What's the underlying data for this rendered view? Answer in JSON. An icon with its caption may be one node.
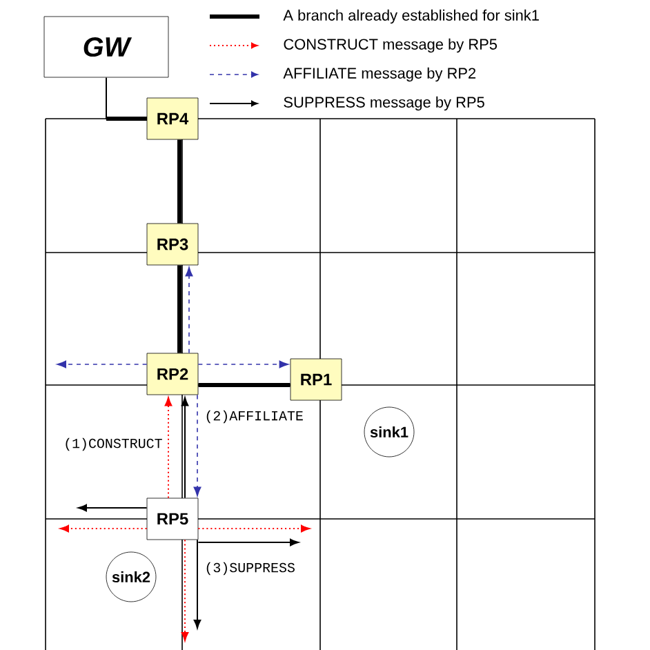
{
  "diagram": {
    "nodes": [
      {
        "text": [
          "GW"
        ]
      },
      {
        "text": [
          "RP4"
        ]
      },
      {
        "text": [
          "RP3"
        ]
      },
      {
        "text": [
          "RP2"
        ]
      },
      {
        "text": [
          "RP1"
        ]
      },
      {
        "text": [
          "sink1"
        ]
      },
      {
        "text": [
          "RP5"
        ]
      },
      {
        "text": [
          "sink2"
        ]
      }
    ],
    "edges": [
      {
        "from": 0,
        "to": 1,
        "arrow": "none"
      },
      {
        "from": 1,
        "to": 2,
        "arrow": "none",
        "style": "thick"
      },
      {
        "from": 2,
        "to": 3,
        "arrow": "none",
        "style": "thick"
      },
      {
        "from": 3,
        "to": 4,
        "arrow": "none",
        "style": "thick"
      },
      {
        "from": 3,
        "to": null,
        "arrow": "to",
        "style": "dashed",
        "color": "#3333aa"
      },
      {
        "from": 3,
        "to": 4,
        "arrow": "to",
        "style": "dashed",
        "color": "#3333aa"
      },
      {
        "from": 3,
        "to": 2,
        "arrow": "to",
        "style": "dashed",
        "color": "#3333aa"
      },
      {
        "from": 3,
        "to": 6,
        "arrow": "to",
        "style": "dashed",
        "color": "#3333aa",
        "label": "(2)AFFILIATE"
      },
      {
        "from": 6,
        "to": 3,
        "arrow": "to",
        "style": "dashed",
        "color": "#ff0000",
        "label": "(1)CONSTRUCT"
      },
      {
        "from": 6,
        "to": null,
        "arrow": "to",
        "style": "dashed",
        "color": "#ff0000"
      },
      {
        "from": 6,
        "to": null,
        "arrow": "to",
        "style": "dashed",
        "color": "#ff0000"
      },
      {
        "from": 6,
        "to": null,
        "arrow": "to",
        "style": "dashed",
        "color": "#ff0000"
      },
      {
        "from": 6,
        "to": 3,
        "arrow": "to"
      },
      {
        "from": 6,
        "to": null,
        "arrow": "to"
      },
      {
        "from": 6,
        "to": null,
        "arrow": "to"
      },
      {
        "from": 6,
        "to": null,
        "arrow": "to",
        "label": "(3)SUPPRESS"
      }
    ],
    "legend": [
      {
        "text": "A branch already established for sink1"
      },
      {
        "text": "CONSTRUCT message by RP5"
      },
      {
        "text": "AFFILIATE message by RP2"
      },
      {
        "text": "SUPPRESS message by RP5"
      }
    ]
  }
}
